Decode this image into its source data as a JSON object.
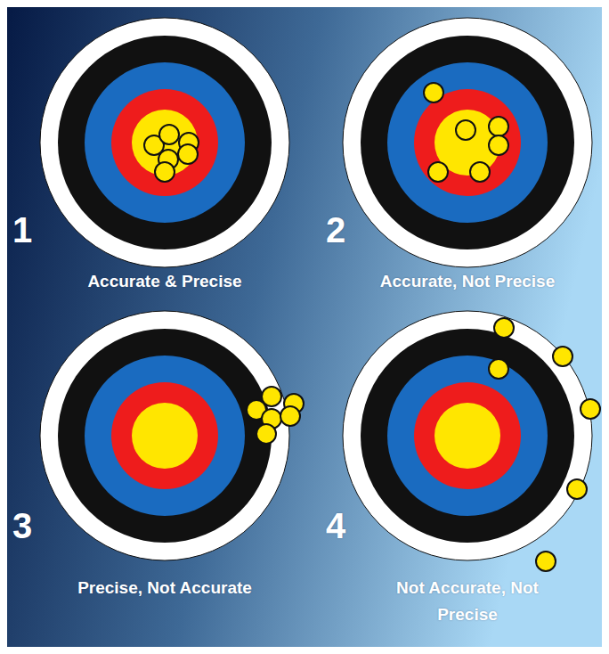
{
  "diagram": {
    "labels": [
      "1",
      "Accurate & Precise",
      "2",
      "Accurate, Not Precise",
      "3",
      "Precise, Not Accurate",
      "4",
      "Not Accurate, Not Precise"
    ]
  }
}
